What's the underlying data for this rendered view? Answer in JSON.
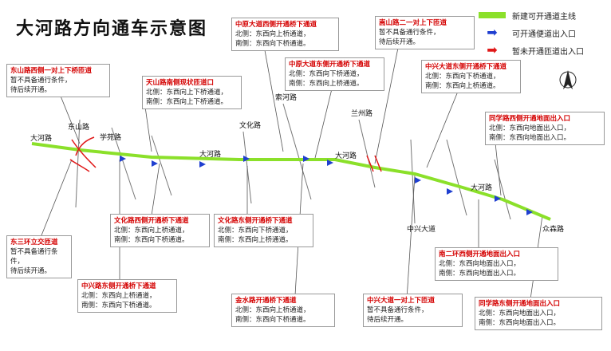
{
  "title": "大河路方向通车示意图",
  "legend": [
    {
      "label": "新建可开通道主线",
      "color": "#8be02a",
      "kind": "line"
    },
    {
      "label": "可开通便道出入口",
      "color": "#1f3fd0",
      "kind": "arrow"
    },
    {
      "label": "暂未开通匝道出入口",
      "color": "#e01818",
      "kind": "arrow"
    }
  ],
  "road_labels": {
    "main1": "大河路",
    "main2": "大河路",
    "main3": "大河路",
    "main4": "大河路",
    "cross1": "东山路",
    "cross2": "学苑路",
    "cross3": "文化路",
    "cross4": "索河路",
    "cross5": "兰州路",
    "cross6": "中兴大道",
    "cross7": "众森路"
  },
  "notes": {
    "n1": {
      "head": "东山路西侧一对上下桥匝道",
      "lines": [
        "暂不具备通行条件，",
        "待后续开通。"
      ]
    },
    "n2": {
      "head": "天山路南侧现状匝道口",
      "lines": [
        "北侧：东西向上下桥通道，",
        "南侧：东西向上下桥通道。"
      ]
    },
    "n3": {
      "head": "中原大道西侧开通桥下通道",
      "lines": [
        "北侧：东西向上桥通道，",
        "南侧：东西向下桥通道。"
      ]
    },
    "n4": {
      "head": "中原大道东侧开通桥下通道",
      "lines": [
        "北侧：东西向下桥通道，",
        "南侧：东西向上桥通道。"
      ]
    },
    "n5": {
      "head": "嵩山路二一对上下匝道",
      "lines": [
        "暂不具备通行条件，",
        "待后续开通。"
      ]
    },
    "n6": {
      "head": "中兴大道东侧开通桥下通道",
      "lines": [
        "北侧：东西向下桥通道，",
        "南侧：东西向上桥通道。"
      ]
    },
    "n7": {
      "head": "同学路西侧开通地面出入口",
      "lines": [
        "北侧：东西向地面出入口，",
        "南侧：东西向地面出入口。"
      ]
    },
    "n8": {
      "head": "文化路西侧开通桥下通道",
      "lines": [
        "北侧：东西向上桥通道，",
        "南侧：东西向下桥通道。"
      ]
    },
    "n9": {
      "head": "文化路东侧开通桥下通道",
      "lines": [
        "北侧：东西向下桥通道，",
        "南侧：东西向上桥通道。"
      ]
    },
    "n10": {
      "head": "东三环立交匝道",
      "lines": [
        "暂不具备通行条件，",
        "待后续开通。"
      ]
    },
    "n11": {
      "head": "中兴路东侧开通桥下通道",
      "lines": [
        "北侧：东西向上桥通道，",
        "南侧：东西向下桥通道。"
      ]
    },
    "n12": {
      "head": "金水路开通桥下通道",
      "lines": [
        "北侧：东西向上桥通道，",
        "南侧：东西向下桥通道。"
      ]
    },
    "n13": {
      "head": "中兴大道一对上下匝道",
      "lines": [
        "暂不具备通行条件，",
        "待后续开通。"
      ]
    },
    "n14": {
      "head": "同学路东侧开通地面出入口",
      "lines": [
        "北侧：东西向地面出入口，",
        "南侧：东西向地面出入口。"
      ]
    },
    "n15": {
      "head": "南二环西侧开通地面出入口",
      "lines": [
        "北侧：东西向地面出入口，",
        "南侧：东西向地面出入口。"
      ]
    }
  }
}
